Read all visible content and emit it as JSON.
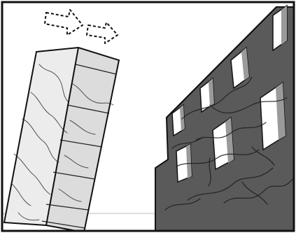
{
  "scene": {
    "colors": {
      "background": "#ffffff",
      "frame": "#111111",
      "building_fill": "#5a5a5a",
      "window_fill": "#ffffff",
      "window_shadow": "#9a9a9a",
      "tower_front": "#ececec",
      "tower_side": "#dcdcdc",
      "crack": "#1e1e1e",
      "arrow": "#111111"
    },
    "elements": {
      "arrows": [
        "dashed-arrow",
        "dashed-arrow"
      ],
      "tilted_tower": {
        "floor_lines": 6
      },
      "building": {
        "window_rows": 3,
        "cracks": true
      }
    }
  }
}
